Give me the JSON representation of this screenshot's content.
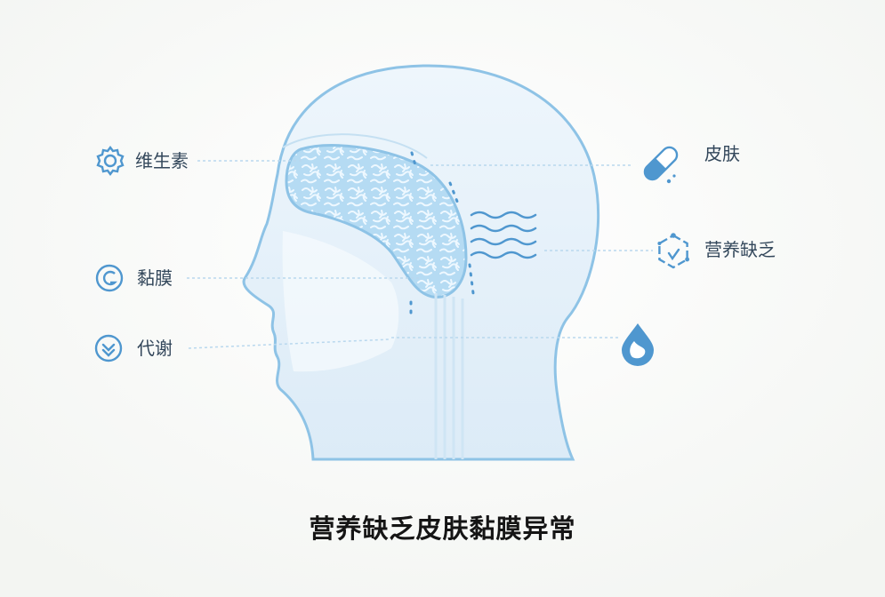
{
  "labels": {
    "vitamin": "维生素",
    "mucosa": "黏膜",
    "metabolism": "代谢",
    "skin": "皮肤",
    "nutrition": "营养缺乏"
  },
  "caption": "营养缺乏皮肤黏膜异常",
  "colors": {
    "outline": "#8ec3e6",
    "fill": "#e6f2fa",
    "brain": "#a6d2ef",
    "icon": "#4f97cf",
    "leader": "#b9d8ee",
    "text": "#33475b",
    "caption": "#151515"
  }
}
